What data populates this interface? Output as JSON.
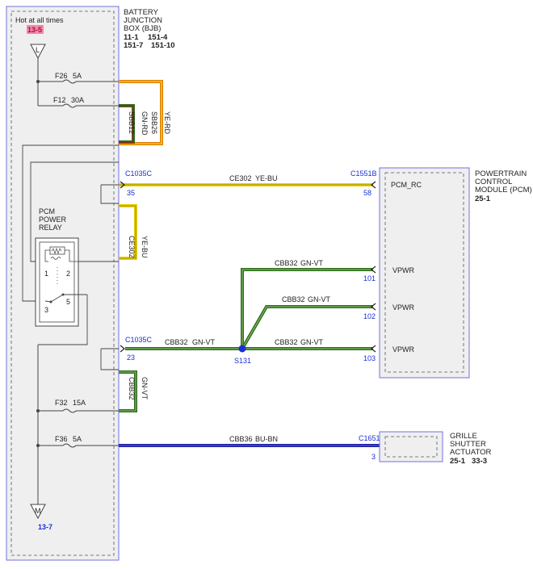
{
  "bjb": {
    "hot_label": "Hot at all times",
    "hot_ref": "13-5",
    "title_lines": [
      "BATTERY",
      "JUNCTION",
      "BOX (BJB)"
    ],
    "ref_row1": [
      "11-1",
      "151-4"
    ],
    "ref_row2": [
      "151-7",
      "151-10"
    ],
    "top_ground": "L",
    "bottom_ground": "M",
    "bottom_ref": "13-7"
  },
  "fuses": [
    {
      "id": "F26",
      "rating": "5A"
    },
    {
      "id": "F12",
      "rating": "30A"
    },
    {
      "id": "F32",
      "rating": "15A"
    },
    {
      "id": "F36",
      "rating": "5A"
    }
  ],
  "relay": {
    "title_lines": [
      "PCM",
      "POWER",
      "RELAY"
    ],
    "pins": [
      "1",
      "2",
      "3",
      "5"
    ]
  },
  "wires": {
    "sbb12": {
      "circuit": "SBB12",
      "color": "GN-RD"
    },
    "sbb26": {
      "circuit": "SBB26",
      "color": "YE-RD"
    },
    "ce302_top": {
      "circuit": "CE302",
      "color": "YE-BU"
    },
    "ce302_vert": {
      "circuit": "CE302",
      "color": "YE-BU"
    },
    "cbb32_a": {
      "circuit": "CBB32",
      "color": "GN-VT"
    },
    "cbb32_b": {
      "circuit": "CBB32",
      "color": "GN-VT"
    },
    "cbb32_c": {
      "circuit": "CBB32",
      "color": "GN-VT"
    },
    "cbb32_main": {
      "circuit": "CBB32",
      "color": "GN-VT"
    },
    "cbb32_vert": {
      "circuit": "CBB32",
      "color": "GN-VT"
    },
    "cbb36": {
      "circuit": "CBB36",
      "color": "BU-BN"
    }
  },
  "connectors": {
    "c1035c_top": {
      "name": "C1035C",
      "pin": "35"
    },
    "c1035c_bot": {
      "name": "C1035C",
      "pin": "23"
    },
    "c1551b": {
      "name": "C1551B",
      "pin": "58"
    },
    "c1651": {
      "name": "C1651",
      "pin": "3"
    },
    "pcm_pins": [
      "101",
      "102",
      "103"
    ]
  },
  "splice": "S131",
  "pcm": {
    "title_lines": [
      "POWERTRAIN",
      "CONTROL",
      "MODULE (PCM)"
    ],
    "ref": "25-1",
    "pins": [
      "PCM_RC",
      "VPWR",
      "VPWR",
      "VPWR"
    ]
  },
  "grille": {
    "title_lines": [
      "GRILLE",
      "SHUTTER",
      "ACTUATOR"
    ],
    "refs": [
      "25-1",
      "33-3"
    ]
  },
  "colors": {
    "box_border": "#7070e0",
    "box_fill": "#efefef",
    "ref_blue": "#1a2fd0",
    "wire_green": "#2e6e1e",
    "wire_yellow": "#e8d000",
    "wire_orange": "#e07a10",
    "wire_blue": "#1d1d9a",
    "highlight_pink": "#f08aa8"
  }
}
